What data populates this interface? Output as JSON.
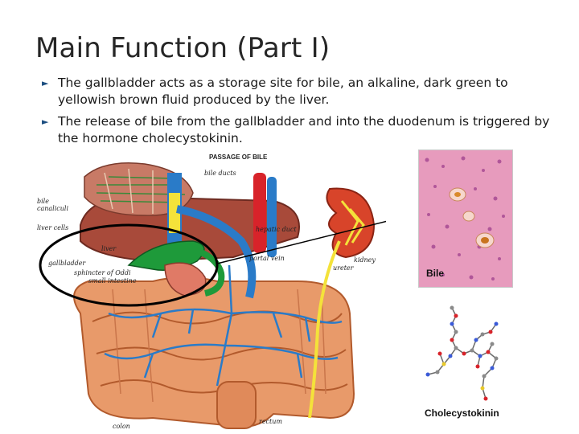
{
  "slide": {
    "title": "Main Function (Part I)",
    "bullets": [
      "The gallbladder acts as a storage site for bile, an alkaline, dark green to yellowish brown fluid produced by the liver.",
      "The release of bile from the gallbladder and into the duodenum is triggered by the hormone cholecystokinin."
    ],
    "bullet_icon": "triangle-right-icon",
    "bullet_color": "#1c4e80"
  },
  "diagram": {
    "heading": "PASSAGE OF BILE",
    "labels": {
      "bile_ducts": "bile ducts",
      "bile_canaliculi_1": "bile",
      "bile_canaliculi_2": "canaliculi",
      "liver_cells": "liver cells",
      "liver": "liver",
      "gallbladder": "gallbladder",
      "sphincter": "sphincter of Oddi",
      "small_intestine": "small intestine",
      "hepatic_duct": "hepatic duct",
      "portal_vein": "portal vein",
      "kidney": "kidney",
      "ureter": "ureter",
      "colon": "colon",
      "rectum": "rectum"
    }
  },
  "photo": {
    "label": "Bile"
  },
  "molecule": {
    "label": "Cholecystokinin"
  },
  "colors": {
    "vessel_blue": "#2a7bc8",
    "vessel_red": "#d8232a",
    "gallbladder_green": "#1e9a3a",
    "bile_yellow": "#f4e23a"
  }
}
